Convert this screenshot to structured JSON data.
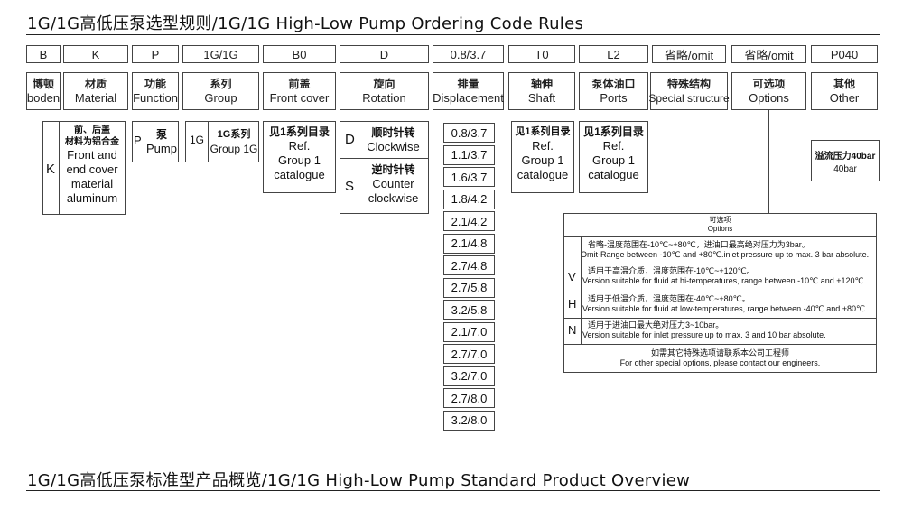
{
  "title_top": "1G/1G高低压泵选型规则/1G/1G High-Low Pump Ordering Code Rules",
  "title_bottom": "1G/1G高低压泵标准型产品概览/1G/1G High-Low Pump Standard Product Overview",
  "code": {
    "c0": "B",
    "c1": "K",
    "c2": "P",
    "c3": "1G/1G",
    "c4": "B0",
    "c5": "D",
    "c6": "0.8/3.7",
    "c7": "T0",
    "c8": "L2",
    "c9": "省略/omit",
    "c10": "省略/omit",
    "c11": "P040"
  },
  "labels": {
    "l0": {
      "zh": "博顿",
      "en": "boden"
    },
    "l1": {
      "zh": "材质",
      "en": "Material"
    },
    "l2": {
      "zh": "功能",
      "en": "Function"
    },
    "l3": {
      "zh": "系列",
      "en": "Group"
    },
    "l4": {
      "zh": "前盖",
      "en": "Front cover"
    },
    "l5": {
      "zh": "旋向",
      "en": "Rotation"
    },
    "l6": {
      "zh": "排量",
      "en": "Displacement"
    },
    "l7": {
      "zh": "轴伸",
      "en": "Shaft"
    },
    "l8": {
      "zh": "泵体油口",
      "en": "Ports"
    },
    "l9": {
      "zh": "特殊结构",
      "en": "Special structure"
    },
    "l10": {
      "zh": "可选项",
      "en": "Options"
    },
    "l11": {
      "zh": "其他",
      "en": "Other"
    }
  },
  "material": {
    "letter": "K",
    "zh": "前、后盖\n材料为铝合金",
    "zh1": "前、后盖",
    "zh2": "材料为铝合金",
    "en1": "Front and",
    "en2": "end cover",
    "en3": "material",
    "en4": "aluminum"
  },
  "function": {
    "letter": "P",
    "zh": "泵",
    "en": "Pump"
  },
  "group": {
    "letter": "1G",
    "zh": "1G系列",
    "en": "Group 1G"
  },
  "front_cover": {
    "zh": "见1系列目录",
    "en1": "Ref.",
    "en2": "Group 1",
    "en3": "catalogue"
  },
  "rotation": {
    "d_letter": "D",
    "d_zh": "顺时针转",
    "d_en": "Clockwise",
    "s_letter": "S",
    "s_zh": "逆时针转",
    "s_en1": "Counter",
    "s_en2": "clockwise"
  },
  "displacements": [
    "0.8/3.7",
    "1.1/3.7",
    "1.6/3.7",
    "1.8/4.2",
    "2.1/4.2",
    "2.1/4.8",
    "2.7/4.8",
    "2.7/5.8",
    "3.2/5.8",
    "2.1/7.0",
    "2.7/7.0",
    "3.2/7.0",
    "2.7/8.0",
    "3.2/8.0"
  ],
  "shaft": {
    "zh": "见1系列目录",
    "en1": "Ref.",
    "en2": "Group 1",
    "en3": "catalogue"
  },
  "ports": {
    "zh": "见1系列目录",
    "en1": "Ref.",
    "en2": "Group 1",
    "en3": "catalogue"
  },
  "other": {
    "zh": "溢流压力40bar",
    "en": "40bar"
  },
  "options": {
    "head_zh": "可选项",
    "head_en": "Options",
    "r0_zh": "省略-温度范围在-10℃~+80℃，进油口最高绝对压力为3bar。",
    "r0_en": "Omit-Range between -10℃ and +80℃.inlet pressure up to max. 3 bar absolute.",
    "r1_letter": "V",
    "r1_zh": "适用于高温介质，温度范围在-10℃~+120℃。",
    "r1_en": "Version suitable for fluid at hi-temperatures, range between -10℃ and +120℃.",
    "r2_letter": "H",
    "r2_zh": "适用于低温介质，温度范围在-40℃~+80℃。",
    "r2_en": "Version suitable for fluid at low-temperatures, range between -40℃ and +80℃.",
    "r3_letter": "N",
    "r3_zh": "适用于进油口最大绝对压力3~10bar。",
    "r3_en": "Version suitable for inlet pressure up to max. 3 and 10 bar absolute.",
    "foot_zh": "如需其它特殊选项请联系本公司工程师",
    "foot_en": "For other special options, please contact our engineers."
  }
}
